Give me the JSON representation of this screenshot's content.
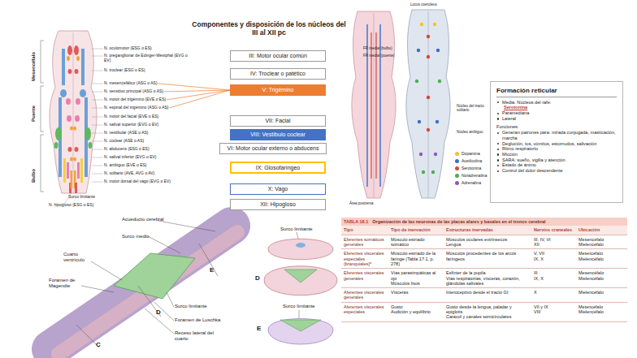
{
  "diagram": {
    "title": "Componentes y disposición de los núcleos del III al XII pc",
    "nodes": [
      {
        "text": [
          "III: Motor ocular común"
        ]
      },
      {
        "text": [
          "IV: Troclear o patético"
        ]
      },
      {
        "text": [
          "V: Trigémino"
        ]
      },
      {
        "text": [
          "VII: Facial"
        ]
      },
      {
        "text": [
          "VIII: Vestíbulo coclear"
        ]
      },
      {
        "text": [
          "VI: Motor ocular externo o abducens"
        ]
      },
      {
        "text": [
          "IX: Glosofaríngeo"
        ]
      },
      {
        "text": [
          "X: Vago"
        ]
      },
      {
        "text": [
          "XII: Hipogloso"
        ]
      },
      {
        "text": [
          "Formación reticular",
          "Media: Núcleos del rafe:",
          "Serotonina",
          "Paramediana",
          "Lateral",
          "Funciones:",
          "Generan patrones para: mirada conjugada, masticación, marcha",
          "Deglución, tos, vómitos, estornudos, salivación",
          "Ritmo respiratorio",
          "Micción",
          "SARA: sueño, vigilia y atención",
          "Estado de ánimo",
          "Control del dolor descendente"
        ]
      }
    ],
    "labels": [
      "Mesencéfalo",
      "Puente",
      "Bulbo",
      "N. oculomotor (ESG o ES)",
      "N. preganglionar de Edinger-Westphal (EVG o EV)",
      "N. troclear (ESG o ES)",
      "N. mesencefálico (ASG o AS)",
      "N. sensitivo principal (ASG o AS)",
      "N. motor del trigémino (EVE o ES)",
      "N. espinal del trigémino (ASG o AS)",
      "N. motor del facial (EVE o ES)",
      "N. salival superior (EVG o EV)",
      "N. vestibular (ASE o AS)",
      "N. coclear (ASE o AS)",
      "N. abducens (ESG o ES)",
      "N. salival inferior (EVG o EV)",
      "N. ambiguo (EVE o ES)",
      "N. solitario (AVE, AVG o AV)",
      "N. motor dorsal del vago (EVG o EV)",
      "Surco limitante",
      "N. hipogloso (ESG o ES)",
      "Locus coeruleus",
      "FR medial (bulbo)",
      "FR medial (puente)",
      "Núcleo del tracto solitario",
      "Núcleo ambiguo",
      "Área postrema",
      "Acueducto cerebral",
      "Surco medio",
      "Cuarto ventrículo",
      "Foramen de Magendie",
      "Surco limitante",
      "Foramen de Luschka",
      "Receso lateral del cuarto",
      "E",
      "D",
      "C",
      "Surco limitante",
      "Surco limitante",
      "D",
      "E",
      "TABLA 18.1",
      "Organización de las neuronas de las placas alares y basales en el tronco cerebral",
      "Tipo",
      "Tipo de inervación",
      "Estructuras inervadas",
      "Nervios craneales",
      "Ubicación",
      "Eferentes somáticos generales",
      "Músculo estriado somático",
      "Músculos oculares extrínsecos",
      "Lengua",
      "III, IV, VI",
      "XII",
      "Mesencéfalo",
      "Mielencéfalo",
      "Eferentes viscerales especiales (branquiales)ᵃ",
      "Músculo estriado de la faringe (Tabla 17.1, p. 278)",
      "Músculos procedentes de los arcos faríngeos",
      "V, VII",
      "IX, X",
      "Metencéfalo",
      "Mielencéfalo",
      "Eferentes viscerales generales",
      "Vías parasimpáticas al ojo",
      "Músculos lisos",
      "Esfínter de la pupila",
      "Vías respiratorias, vísceras, corazón, glándulas salivales",
      "III",
      "IX, X",
      "Mesencéfalo",
      "Mielencéfalo",
      "Aferentes viscerales generales",
      "Vísceras",
      "Interoceptivo desde el tracto GI",
      "X",
      "Mielencéfalo",
      "Aferentes viscerales especiales",
      "Gusto",
      "Audición y equilibrio",
      "Gusto desde la lengua, paladar y epiglotis",
      "Caracol y canales semicirculares",
      "VII y IX",
      "VIII",
      "Metencéfalo",
      "Mielencéfalo"
    ],
    "legend": [
      {
        "text": "Dopamina",
        "color": "#f2c12e"
      },
      {
        "text": "Acetilcolina",
        "color": "#3b6fc4"
      },
      {
        "text": "Serotonina",
        "color": "#d9453d"
      },
      {
        "text": "Noradrenalina",
        "color": "#4caf50"
      },
      {
        "text": "Adrenalina",
        "color": "#8e5bb5"
      }
    ]
  }
}
